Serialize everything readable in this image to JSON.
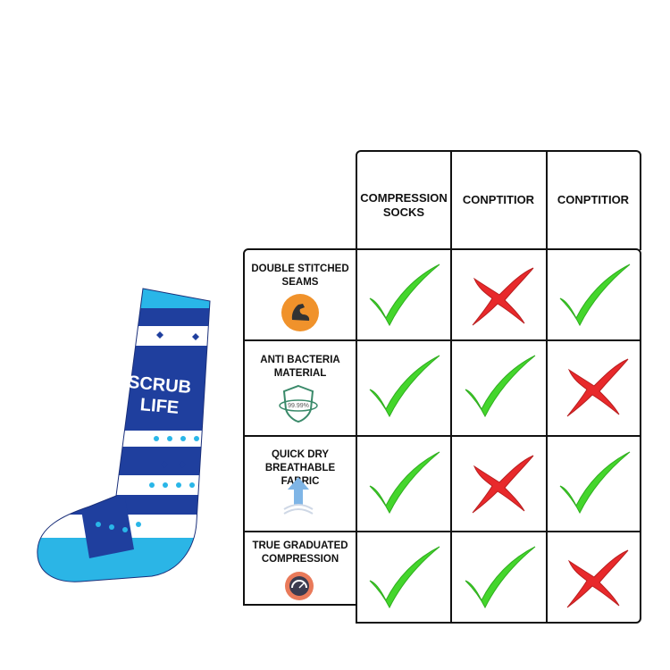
{
  "columns": [
    {
      "label": "COMPRESSION SOCKS"
    },
    {
      "label": "CONPTITIOR"
    },
    {
      "label": "CONPTITIOR"
    }
  ],
  "rows": [
    {
      "label": "DOUBLE STITCHED SEAMS",
      "icon": "flexed-arm-icon",
      "marks": [
        "check",
        "cross",
        "check"
      ]
    },
    {
      "label": "ANTI BACTERIA MATERIAL",
      "icon": "shield-99-icon",
      "icon_text": "99.99%",
      "marks": [
        "check",
        "check",
        "cross"
      ]
    },
    {
      "label": "QUICK DRY BREATHABLE FABRIC",
      "icon": "airflow-arrow-icon",
      "marks": [
        "check",
        "cross",
        "check"
      ]
    },
    {
      "label": "TRUE GRADUATED COMPRESSION",
      "icon": "pressure-gauge-icon",
      "marks": [
        "check",
        "check",
        "cross"
      ]
    }
  ],
  "product": {
    "image": "sock-illustration",
    "printed_text": "SCRUB LIFE"
  },
  "colors": {
    "check": "#44d62c",
    "cross": "#e8292b",
    "sock_navy": "#1f3f9e",
    "sock_cyan": "#2bb5e6",
    "border": "#111111"
  }
}
